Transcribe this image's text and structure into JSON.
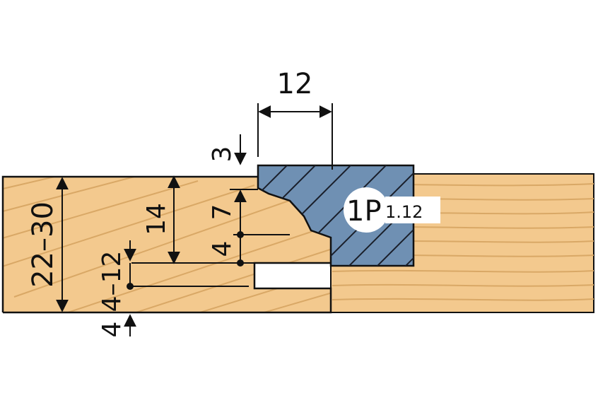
{
  "colors": {
    "wood": "#f3c98e",
    "grain": "#d9a866",
    "cutter": "#6f90b3",
    "hatch": "#1a1f2a",
    "outline": "#111111",
    "background": "#ffffff"
  },
  "dimensions": {
    "width_top": "12",
    "offset_top": "3",
    "profile_height": "7",
    "depth_14": "14",
    "groove_4": "4",
    "thickness": "22–30",
    "groove_range": "4–12",
    "bottom_4": "4"
  },
  "badge": {
    "code_main": "1P",
    "code_sub": "1.12"
  }
}
